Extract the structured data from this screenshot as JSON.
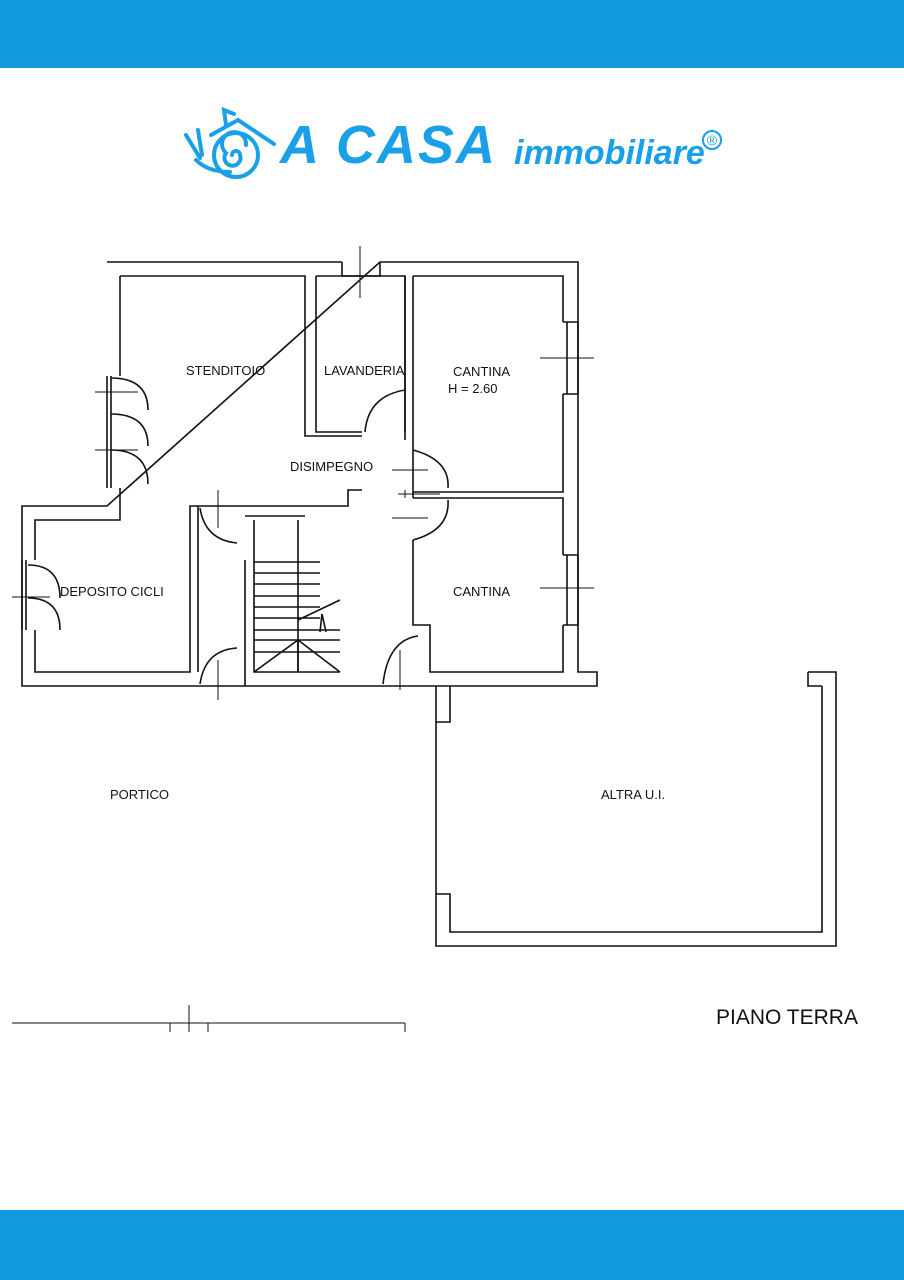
{
  "brand": {
    "name": "A CASA",
    "subtitle": "immobiliare",
    "registered": "®",
    "color": "#1aa0e6"
  },
  "colors": {
    "bars": "#119ade"
  },
  "rooms": {
    "stenditoio": "STENDITOIO",
    "lavanderia": "LAVANDERIA",
    "cantina1": "CANTINA",
    "cantina1_height": "H = 2.60",
    "disimpegno": "DISIMPEGNO",
    "deposito": "DEPOSITO CICLI",
    "cantina2": "CANTINA",
    "portico": "PORTICO",
    "altra": "ALTRA U.I."
  },
  "plan_title": "PIANO TERRA"
}
